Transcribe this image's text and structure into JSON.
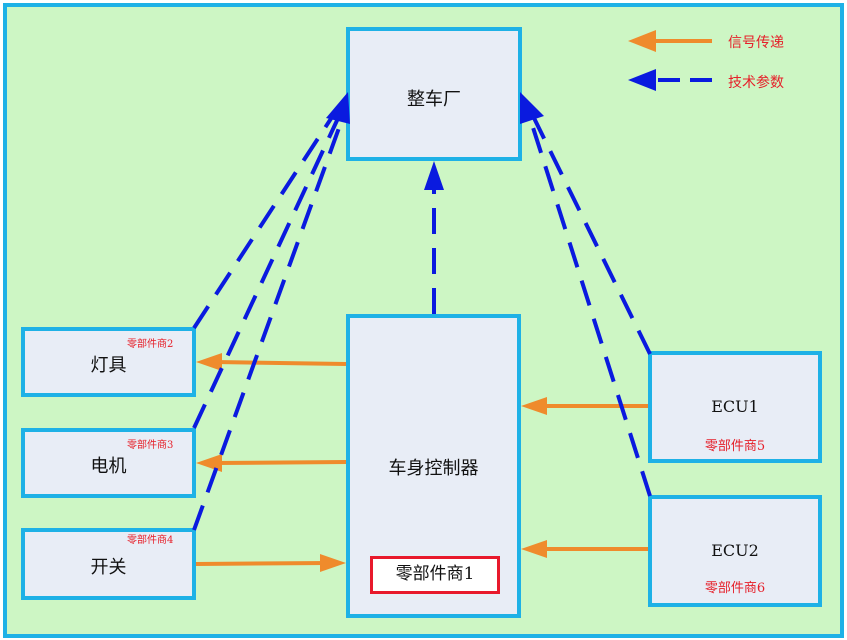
{
  "legend": {
    "signal": "信号传递",
    "tech": "技术参数"
  },
  "nodes": {
    "oem": "整车厂",
    "bcm": "车身控制器",
    "bcm_supplier": "零部件商1",
    "lamp": "灯具",
    "lamp_supplier": "零部件商2",
    "motor": "电机",
    "motor_supplier": "零部件商3",
    "switch": "开关",
    "switch_supplier": "零部件商4",
    "ecu1": "ECU1",
    "ecu1_supplier": "零部件商5",
    "ecu2": "ECU2",
    "ecu2_supplier": "零部件商6"
  },
  "colors": {
    "background": "#cdf6c4",
    "border": "#1eb1e6",
    "box_fill": "#e8edf6",
    "signal_arrow": "#ef8b2c",
    "tech_arrow": "#0a1adf",
    "supplier_text": "#e6202a"
  }
}
